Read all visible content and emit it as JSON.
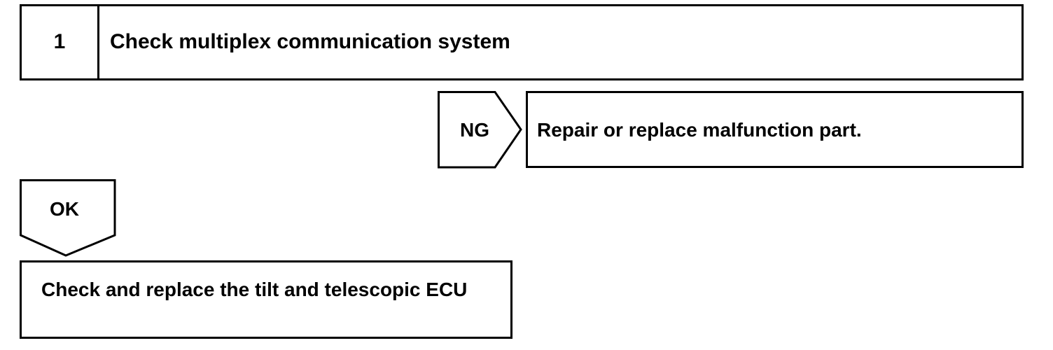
{
  "step": {
    "number": "1",
    "title": "Check multiplex communication system"
  },
  "ng_branch": {
    "label": "NG",
    "result": "Repair or replace malfunction part."
  },
  "ok_branch": {
    "label": "OK",
    "result": "Check and replace the tilt and telescopic ECU"
  }
}
